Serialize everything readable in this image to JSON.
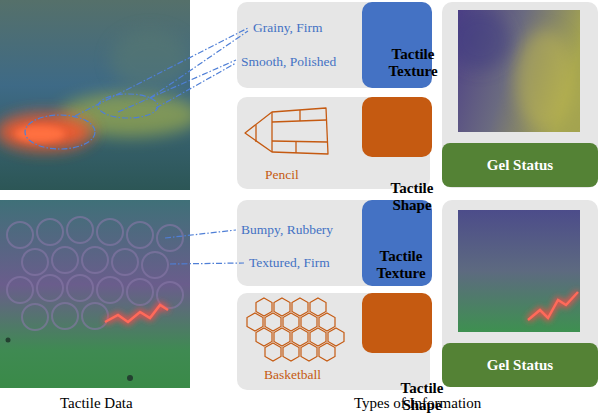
{
  "diagram": {
    "nodes": [
      {
        "text": [
          "Grainy, Firm",
          "Smooth, Polished"
        ]
      },
      {
        "text": [
          "Tactile Texture"
        ],
        "in": 0
      },
      {
        "text": [
          "Pencil"
        ]
      },
      {
        "text": [
          "Tactile Shape"
        ],
        "in": 2
      },
      {
        "text": [
          "Gel Status"
        ]
      },
      {
        "text": [
          "Bumpy, Rubbery",
          "Textured, Firm"
        ]
      },
      {
        "text": [
          "Tactile Texture"
        ],
        "in": 5
      },
      {
        "text": [
          "Basketball"
        ]
      },
      {
        "text": [
          "Tactile Shape"
        ],
        "in": 7
      },
      {
        "text": [
          "Gel Status"
        ]
      }
    ],
    "labels": [
      "Tactile Data",
      "Types of Information"
    ]
  }
}
